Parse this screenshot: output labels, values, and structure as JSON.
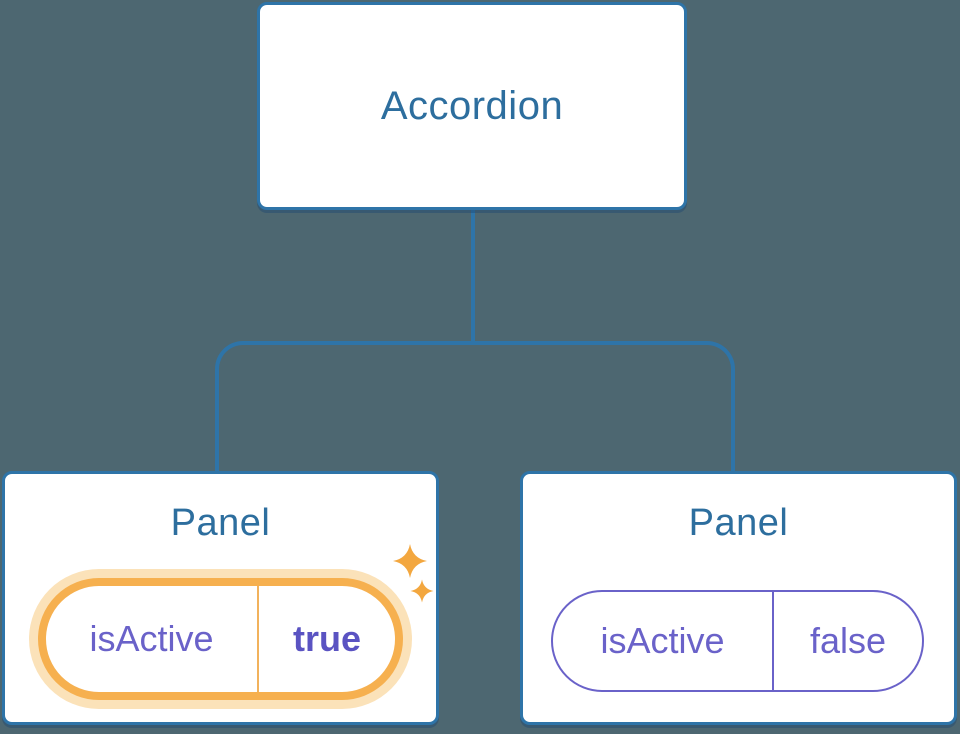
{
  "diagram": {
    "root": {
      "label": "Accordion"
    },
    "panels": [
      {
        "label": "Panel",
        "prop": "isActive",
        "value": "true",
        "active": true
      },
      {
        "label": "Panel",
        "prop": "isActive",
        "value": "false",
        "active": false
      }
    ]
  },
  "icons": {
    "sparkle": "sparkle-stars-icon"
  },
  "colors": {
    "background": "#4D6771",
    "node_border": "#2E74A8",
    "node_text": "#2D6E9E",
    "state_text": "#6A62C9",
    "state_value_active": "#5A53C2",
    "highlight_ring": "#F6B04F",
    "highlight_glow": "#FBE2B9",
    "highlight_divider": "#F2B25C",
    "sparkle": "#F3A73F"
  }
}
